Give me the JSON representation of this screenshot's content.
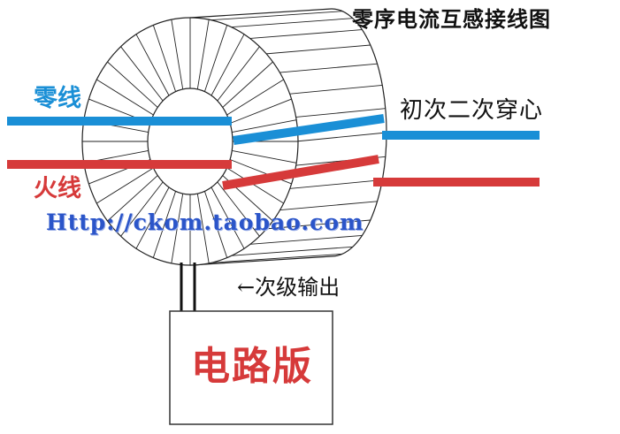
{
  "title": "零序电流互感接线图",
  "labels": {
    "neutral_wire": "零线",
    "live_wire": "火线",
    "primary_pass": "初次二次穿心",
    "url": "Http://ckom.taobao.com",
    "secondary_output": "←次级输出",
    "circuit_board": "电路版"
  },
  "colors": {
    "neutral": "#1a8fd6",
    "live": "#d63a3a",
    "outline": "#222222"
  }
}
